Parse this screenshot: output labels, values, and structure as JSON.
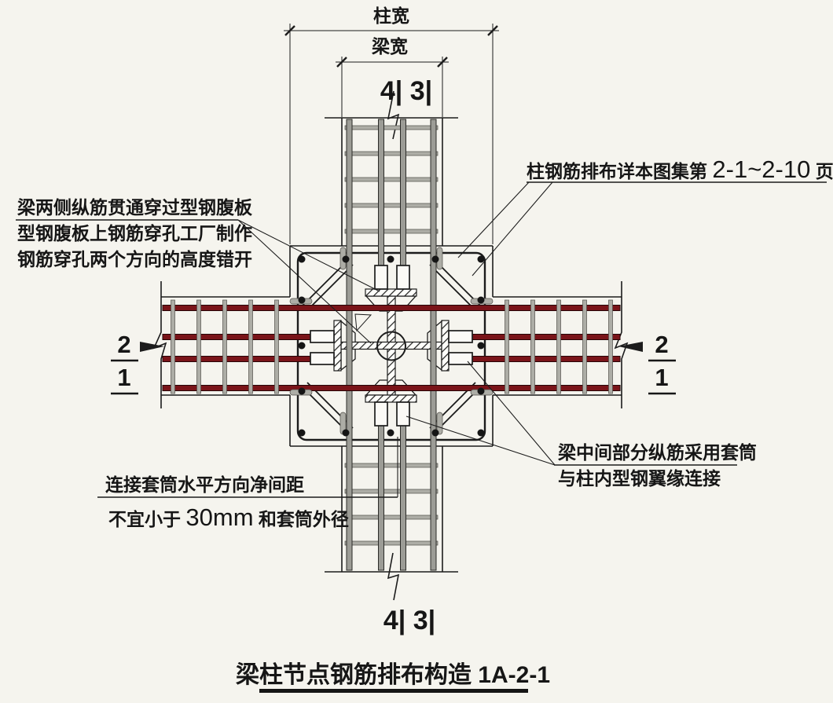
{
  "drawing": {
    "title": "梁柱节点钢筋排布构造 1A-2-1",
    "dimensions": {
      "column_width_label": "柱宽",
      "beam_width_label": "梁宽"
    },
    "section_marks": {
      "top": "4| 3|",
      "bottom": "4| 3|",
      "left": {
        "num": "2",
        "den": "1"
      },
      "right": {
        "num": "2",
        "den": "1"
      }
    },
    "annotations": {
      "left_block": {
        "line1": "梁两侧纵筋贯通穿过型钢腹板",
        "line2": "型钢腹板上钢筋穿孔工厂制作",
        "line3": "钢筋穿孔两个方向的高度错开"
      },
      "top_right": {
        "prefix": "柱钢筋排布详本图集第",
        "pages": "2-1~2-10",
        "suffix": "页"
      },
      "bottom_right": {
        "line1": "梁中间部分纵筋采用套筒",
        "line2": "与柱内型钢翼缘连接"
      },
      "bottom_left": {
        "line1": "连接套筒水平方向净间距",
        "line2_pre": "不宜小于",
        "line2_num": "30mm",
        "line2_post": "和套筒外径"
      }
    },
    "colors": {
      "background": "#f5f4ee",
      "line": "#1c1c1c",
      "beam_bar_red": "#7a1419",
      "column_bar_gray": "#9c9c96",
      "stirrup_gray": "#adada6",
      "dot_black": "#151515"
    }
  }
}
